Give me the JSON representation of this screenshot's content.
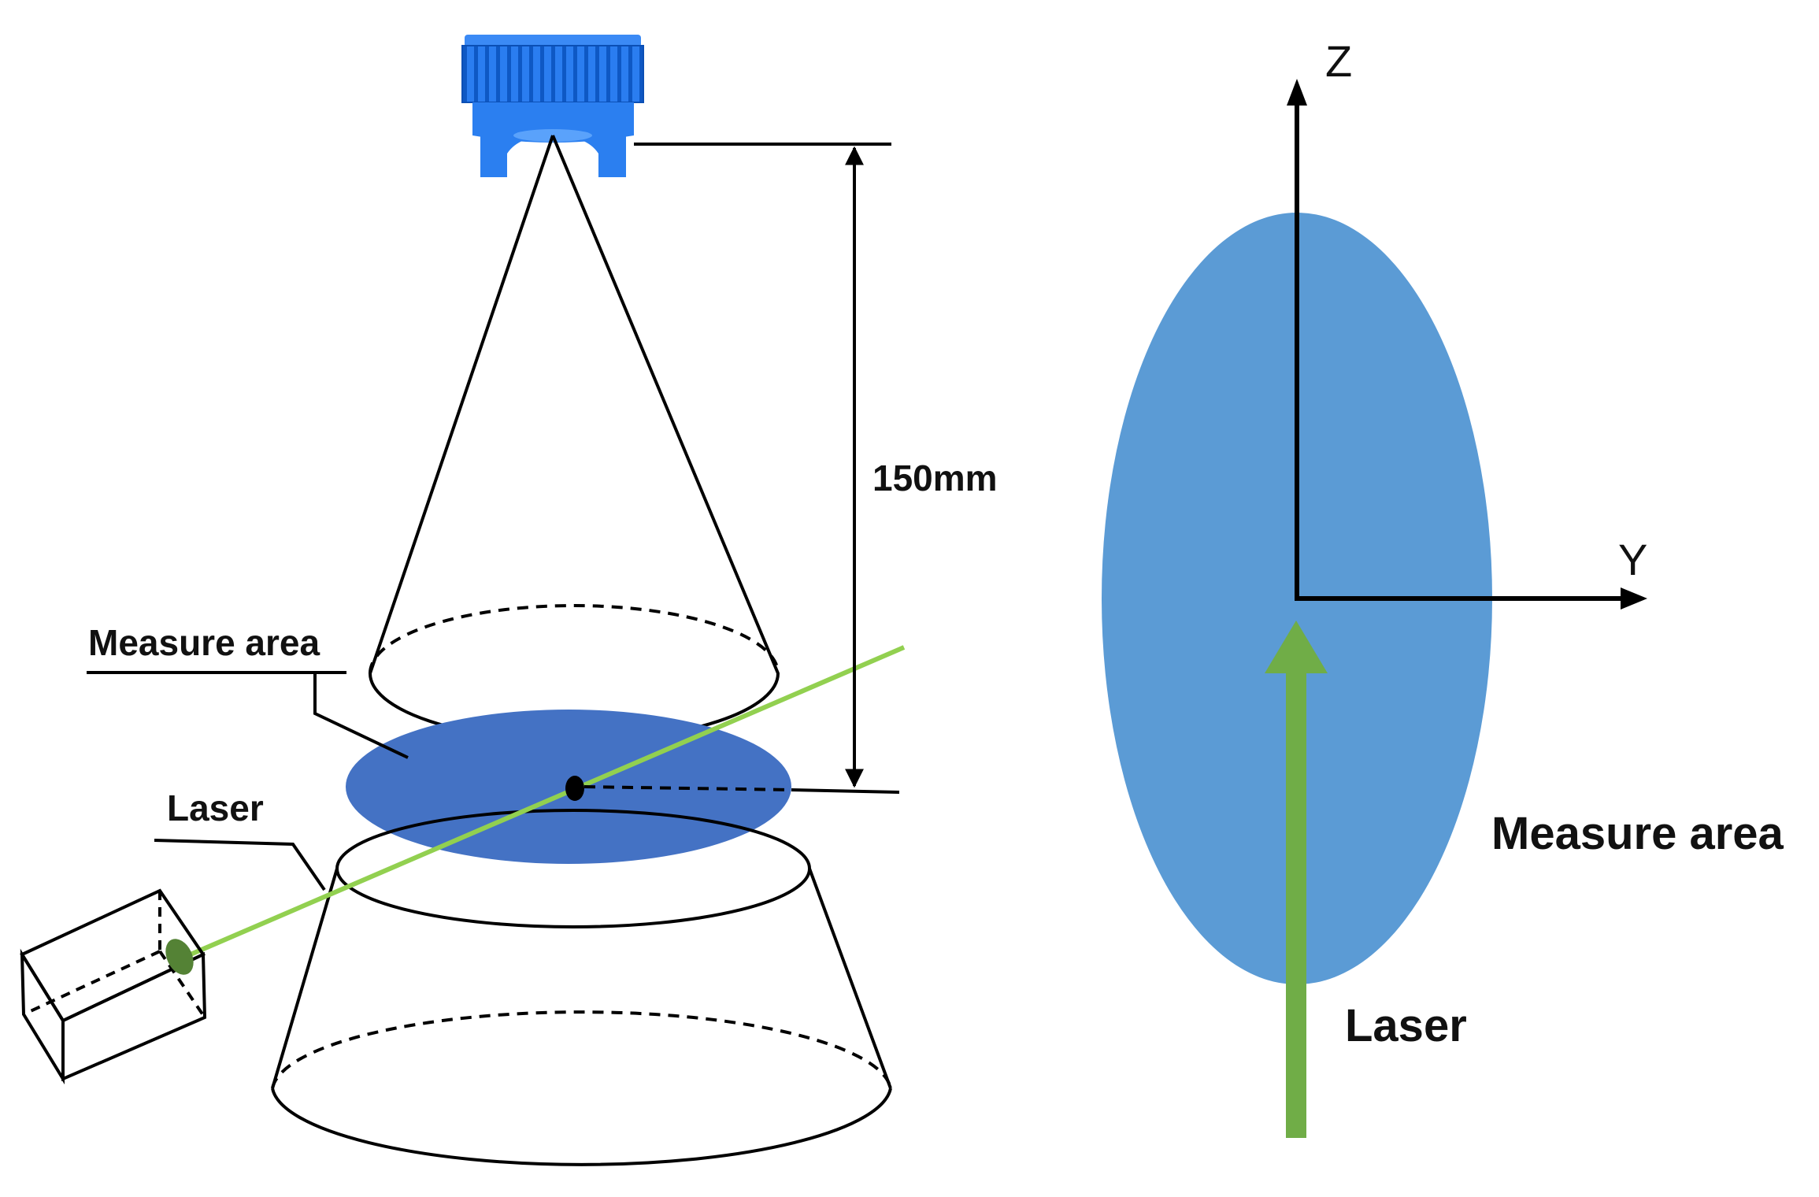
{
  "left_diagram": {
    "distance_label": "150mm",
    "measure_area_label": "Measure area",
    "laser_label": "Laser"
  },
  "right_diagram": {
    "axis_z_label": "Z",
    "axis_y_label": "Y",
    "measure_area_label": "Measure area",
    "laser_label": "Laser"
  },
  "colors": {
    "camera_blue": "#1f6fe0",
    "measure_area_left": "#4472c4",
    "measure_area_right": "#5b9bd5",
    "laser_green": "#92d050",
    "laser_arrow_green": "#70ad47",
    "laser_emitter_green": "#548235",
    "line": "#000000"
  }
}
